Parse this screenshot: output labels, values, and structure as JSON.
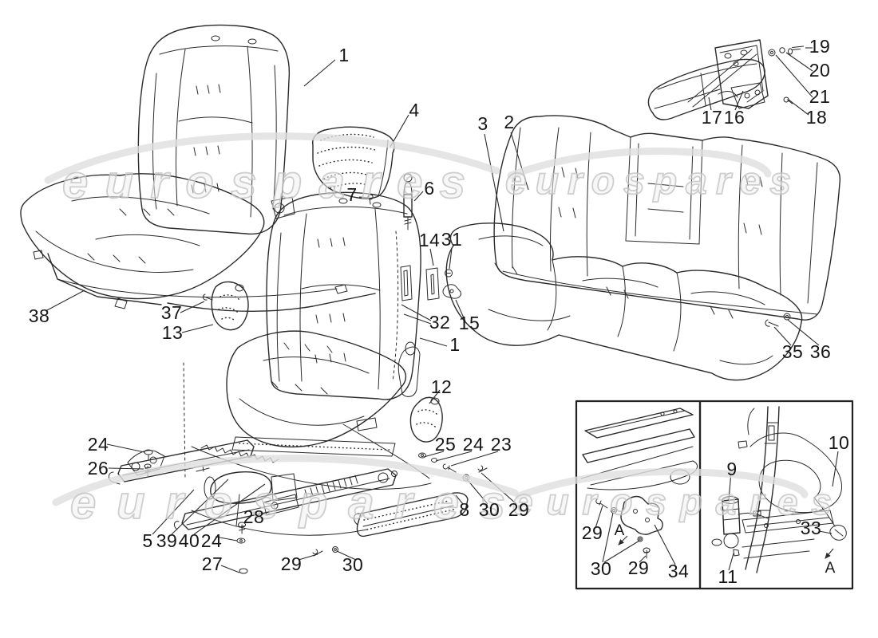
{
  "page": {
    "background": "#ffffff",
    "line_color": "#2b2b2b",
    "label_color": "#161616"
  },
  "watermark": {
    "text": "eurospares",
    "stroke_color": "#c6c6c6",
    "fill_color": "#eeeeee"
  },
  "labels": [
    {
      "t": "1"
    },
    {
      "t": "4"
    },
    {
      "t": "6"
    },
    {
      "t": "7"
    },
    {
      "t": "14"
    },
    {
      "t": "31"
    },
    {
      "t": "32"
    },
    {
      "t": "15"
    },
    {
      "t": "1"
    },
    {
      "t": "12"
    },
    {
      "t": "38"
    },
    {
      "t": "37"
    },
    {
      "t": "13"
    },
    {
      "t": "24"
    },
    {
      "t": "26"
    },
    {
      "t": "25"
    },
    {
      "t": "24"
    },
    {
      "t": "23"
    },
    {
      "t": "8"
    },
    {
      "t": "30"
    },
    {
      "t": "29"
    },
    {
      "t": "5"
    },
    {
      "t": "39"
    },
    {
      "t": "40"
    },
    {
      "t": "24"
    },
    {
      "t": "28"
    },
    {
      "t": "27"
    },
    {
      "t": "29"
    },
    {
      "t": "30"
    },
    {
      "t": "3"
    },
    {
      "t": "2"
    },
    {
      "t": "17"
    },
    {
      "t": "16"
    },
    {
      "t": "19"
    },
    {
      "t": "20"
    },
    {
      "t": "21"
    },
    {
      "t": "18"
    },
    {
      "t": "35"
    },
    {
      "t": "36"
    },
    {
      "t": "29"
    },
    {
      "t": "A"
    },
    {
      "t": "30"
    },
    {
      "t": "29"
    },
    {
      "t": "34"
    },
    {
      "t": "9"
    },
    {
      "t": "10"
    },
    {
      "t": "33"
    },
    {
      "t": "11"
    },
    {
      "t": "A"
    }
  ]
}
